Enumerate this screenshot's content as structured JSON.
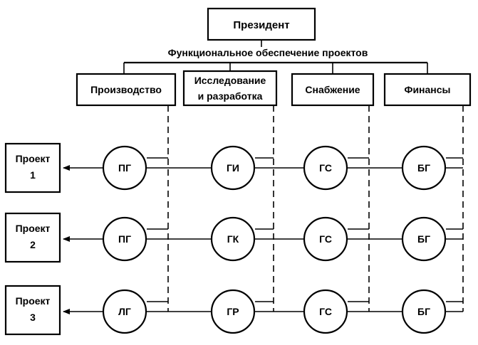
{
  "president": "Президент",
  "functional_support": "Функциональное обеспечение проектов",
  "departments": [
    {
      "lines": [
        "Производство"
      ]
    },
    {
      "lines": [
        "Исследование",
        "и разработка"
      ]
    },
    {
      "lines": [
        "Снабжение"
      ]
    },
    {
      "lines": [
        "Финансы"
      ]
    }
  ],
  "projects": [
    {
      "lines": [
        "Проект",
        "1"
      ],
      "nodes": [
        "ПГ",
        "ГИ",
        "ГС",
        "БГ"
      ]
    },
    {
      "lines": [
        "Проект",
        "2"
      ],
      "nodes": [
        "ПГ",
        "ГК",
        "ГС",
        "БГ"
      ]
    },
    {
      "lines": [
        "Проект",
        "3"
      ],
      "nodes": [
        "ЛГ",
        "ГР",
        "ГС",
        "БГ"
      ]
    }
  ]
}
